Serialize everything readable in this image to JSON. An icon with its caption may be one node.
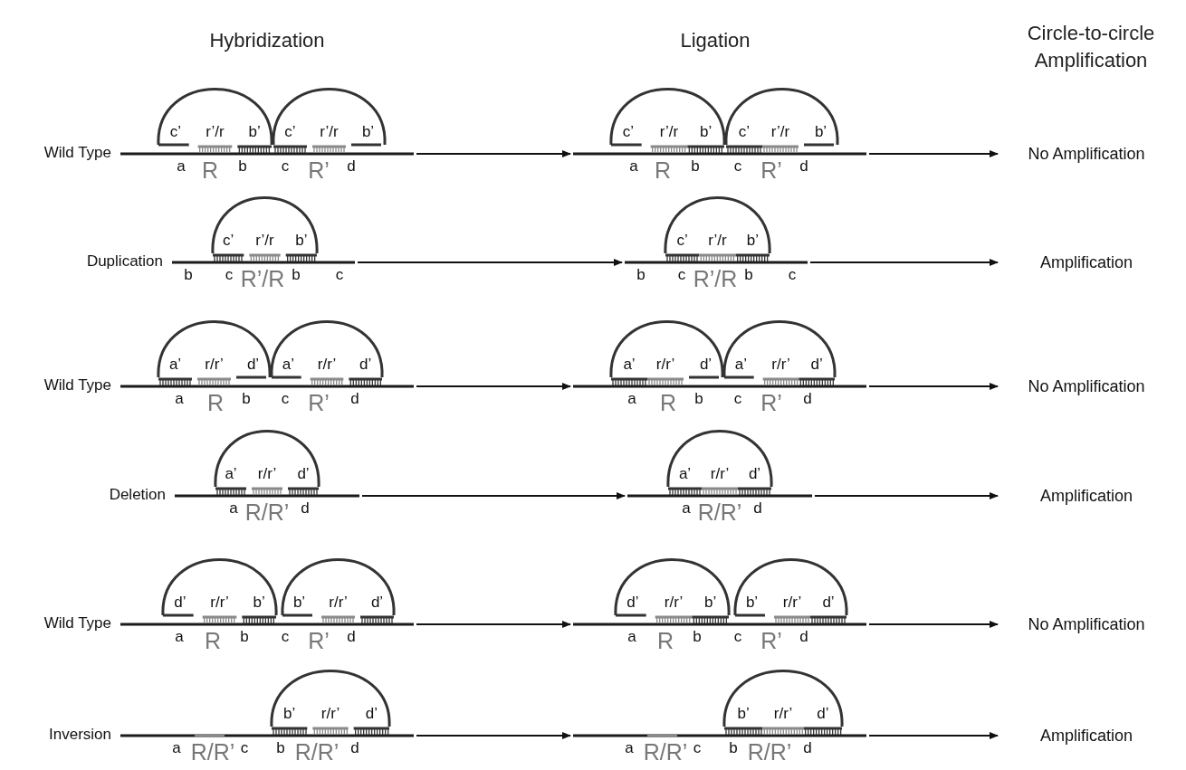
{
  "diagram": {
    "nodes": [
      {
        "text": [
          "c’",
          "r’/r",
          "b’",
          "c’",
          "r’/r",
          "b’",
          "a",
          "R",
          "b",
          "c",
          "R’",
          "d"
        ],
        "beside": [
          "Wild Type"
        ]
      },
      {
        "text": [
          "c’",
          "r’/r",
          "b’",
          "c’",
          "r’/r",
          "b’",
          "a",
          "R",
          "b",
          "c",
          "R’",
          "d"
        ]
      },
      {
        "text": [
          "No Amplification"
        ]
      },
      {
        "text": [
          "c’",
          "r’/r",
          "b’",
          "b",
          "c",
          "R’/R",
          "b",
          "c"
        ],
        "beside": [
          "Duplication"
        ]
      },
      {
        "text": [
          "c’",
          "r’/r",
          "b’",
          "b",
          "c",
          "R’/R",
          "b",
          "c"
        ]
      },
      {
        "text": [
          "Amplification"
        ]
      },
      {
        "text": [
          "a’",
          "r/r’",
          "d’",
          "a’",
          "r/r’",
          "d’",
          "a",
          "R",
          "b",
          "c",
          "R’",
          "d"
        ],
        "beside": [
          "Wild Type"
        ]
      },
      {
        "text": [
          "a’",
          "r/r’",
          "d’",
          "a’",
          "r/r’",
          "d’",
          "a",
          "R",
          "b",
          "c",
          "R’",
          "d"
        ]
      },
      {
        "text": [
          "No Amplification"
        ]
      },
      {
        "text": [
          "a’",
          "r/r’",
          "d’",
          "a",
          "R/R’",
          "d"
        ],
        "beside": [
          "Deletion"
        ]
      },
      {
        "text": [
          "a’",
          "r/r’",
          "d’",
          "a",
          "R/R’",
          "d"
        ]
      },
      {
        "text": [
          "Amplification"
        ]
      },
      {
        "text": [
          "d’",
          "r/r’",
          "b’",
          "b’",
          "r/r’",
          "d’",
          "a",
          "R",
          "b",
          "c",
          "R’",
          "d"
        ],
        "beside": [
          "Wild Type"
        ]
      },
      {
        "text": [
          "d’",
          "r/r’",
          "b’",
          "b’",
          "r/r’",
          "d’",
          "a",
          "R",
          "b",
          "c",
          "R’",
          "d"
        ]
      },
      {
        "text": [
          "No Amplification"
        ]
      },
      {
        "text": [
          "b’",
          "r/r’",
          "d’",
          "a",
          "R/R’",
          "c",
          "b",
          "R/R’",
          "d"
        ],
        "beside": [
          "Inversion"
        ]
      },
      {
        "text": [
          "b’",
          "r/r’",
          "d’",
          "a",
          "R/R’",
          "c",
          "b",
          "R/R’",
          "d"
        ]
      },
      {
        "text": [
          "Amplification"
        ]
      }
    ],
    "edges": [
      {
        "from": 0,
        "to": 1,
        "arrow": "to"
      },
      {
        "from": 1,
        "to": 2,
        "arrow": "to"
      },
      {
        "from": 3,
        "to": 4,
        "arrow": "to"
      },
      {
        "from": 4,
        "to": 5,
        "arrow": "to"
      },
      {
        "from": 6,
        "to": 7,
        "arrow": "to"
      },
      {
        "from": 7,
        "to": 8,
        "arrow": "to"
      },
      {
        "from": 9,
        "to": 10,
        "arrow": "to"
      },
      {
        "from": 10,
        "to": 11,
        "arrow": "to"
      },
      {
        "from": 12,
        "to": 13,
        "arrow": "to"
      },
      {
        "from": 13,
        "to": 14,
        "arrow": "to"
      },
      {
        "from": 15,
        "to": 16,
        "arrow": "to"
      },
      {
        "from": 16,
        "to": 17,
        "arrow": "to"
      }
    ],
    "labels": [
      "Hybridization",
      "Ligation",
      "Circle-to-circle Amplification"
    ]
  }
}
